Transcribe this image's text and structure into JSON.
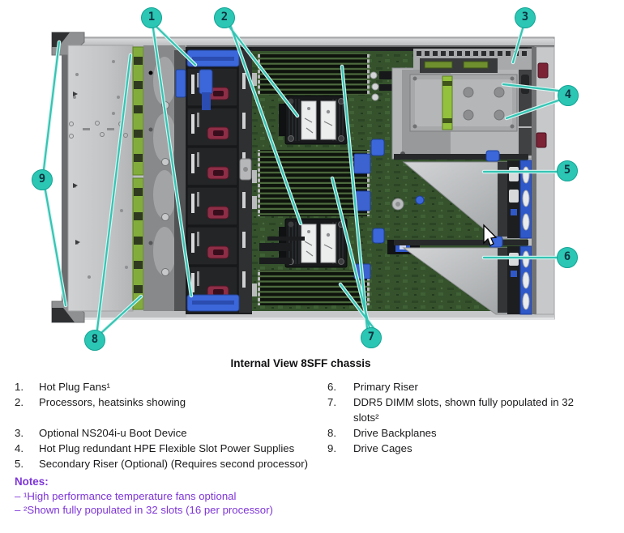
{
  "caption": "Internal View 8SFF chassis",
  "callouts": {
    "c1": "1",
    "c2": "2",
    "c3": "3",
    "c4": "4",
    "c5": "5",
    "c6": "6",
    "c7": "7",
    "c8": "8",
    "c9": "9"
  },
  "legend": {
    "rows": [
      {
        "left_num": "1.",
        "left_text": "Hot Plug Fans¹",
        "right_num": "6.",
        "right_text": "Primary Riser"
      },
      {
        "left_num": "2.",
        "left_text": "Processors, heatsinks showing",
        "right_num": "7.",
        "right_text": "DDR5 DIMM slots, shown fully populated in 32 slots²"
      },
      {
        "left_num": "3.",
        "left_text": "Optional NS204i-u Boot Device",
        "right_num": "8.",
        "right_text": "Drive Backplanes"
      },
      {
        "left_num": "4.",
        "left_text": "Hot Plug redundant HPE Flexible Slot Power Supplies",
        "right_num": "9.",
        "right_text": "Drive Cages"
      },
      {
        "left_num": "5.",
        "left_text": "Secondary Riser (Optional) (Requires second processor)",
        "right_num": "",
        "right_text": ""
      }
    ]
  },
  "notes": {
    "heading": "Notes:",
    "items": [
      "– ¹High performance temperature fans optional",
      "– ²Shown fully populated in 32 slots (16 per processor)"
    ]
  },
  "colors": {
    "callout_fill": "#2cc6b4",
    "callout_border": "#12a495",
    "leader_line": "#35c4b4",
    "notes_purple": "#7e35d8",
    "body_text": "#1a1a1c",
    "backplane_green": "#82ad3c",
    "pcb_green": "#35522d",
    "fan_handle_maroon": "#8e2d46",
    "handle_blue": "#3b67da"
  }
}
